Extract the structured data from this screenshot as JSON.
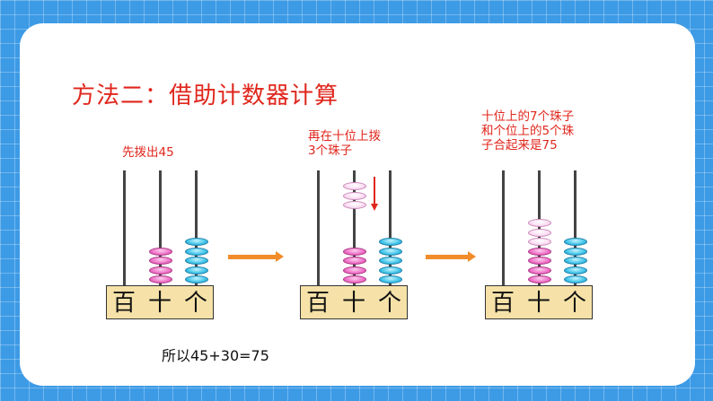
{
  "title": "方法二：借助计数器计算",
  "step1": {
    "note": "先拨出45"
  },
  "step2": {
    "note_line1": "再在十位上拨",
    "note_line2": "3个珠子"
  },
  "step3": {
    "note_line1": "十位上的7个珠子",
    "note_line2": "和个位上的5个珠",
    "note_line3": "子合起来是75"
  },
  "place_labels": {
    "hundreds": "百",
    "tens": "十",
    "ones": "个"
  },
  "result": "所以45+30=75",
  "abacus_states": [
    {
      "tens_beads": 4,
      "ones_beads": 5
    },
    {
      "tens_beads": 4,
      "ones_beads": 5,
      "added_tens_beads": 3
    },
    {
      "tens_beads": 7,
      "ones_beads": 5
    }
  ],
  "colors": {
    "title": "#e0261c",
    "tens_bead": "#ef6fc6",
    "ones_bead": "#3fc3e8",
    "added_bead": "#fbe0f3",
    "arrow": "#f28c28",
    "background": "#3d9be6"
  }
}
